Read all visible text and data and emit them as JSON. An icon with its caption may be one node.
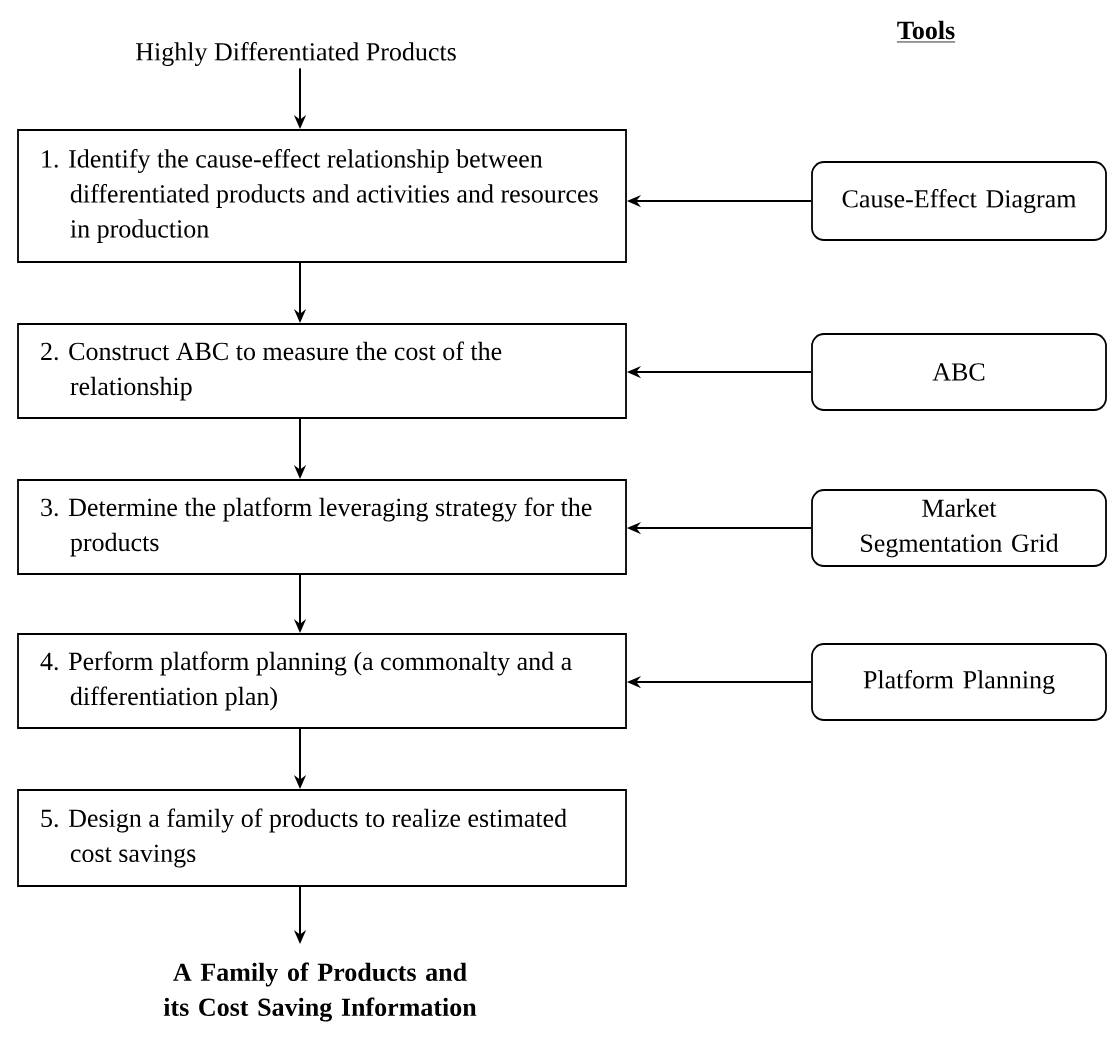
{
  "diagram": {
    "nodes": [
      {
        "text": [
          "Highly Differentiated Products"
        ]
      },
      {
        "text": [
          "1. Identify the cause-effect relationship between differentiated products and activities and resources in production"
        ]
      },
      {
        "text": [
          "2. Construct ABC to measure the cost of the relationship"
        ]
      },
      {
        "text": [
          "3. Determine the platform leveraging strategy for the products"
        ]
      },
      {
        "text": [
          "4. Perform platform planning (a commonalty and a differentiation plan)"
        ]
      },
      {
        "text": [
          "5. Design a family of products to realize estimated cost savings"
        ]
      },
      {
        "text": [
          "A Family of Products and its Cost Saving Information"
        ]
      },
      {
        "text": [
          "Cause-Effect Diagram"
        ]
      },
      {
        "text": [
          "ABC"
        ]
      },
      {
        "text": [
          "Market Segmentation Grid"
        ]
      },
      {
        "text": [
          "Platform Planning"
        ]
      }
    ],
    "edges": [
      {
        "from": 0,
        "to": 1,
        "arrow": "to"
      },
      {
        "from": 1,
        "to": 2,
        "arrow": "to"
      },
      {
        "from": 2,
        "to": 3,
        "arrow": "to"
      },
      {
        "from": 3,
        "to": 4,
        "arrow": "to"
      },
      {
        "from": 4,
        "to": 5,
        "arrow": "to"
      },
      {
        "from": 5,
        "to": 6,
        "arrow": "to"
      },
      {
        "from": 7,
        "to": 1,
        "arrow": "to"
      },
      {
        "from": 8,
        "to": 2,
        "arrow": "to"
      },
      {
        "from": 9,
        "to": 3,
        "arrow": "to"
      },
      {
        "from": 10,
        "to": 4,
        "arrow": "to"
      }
    ],
    "labels": [
      "Tools"
    ]
  }
}
